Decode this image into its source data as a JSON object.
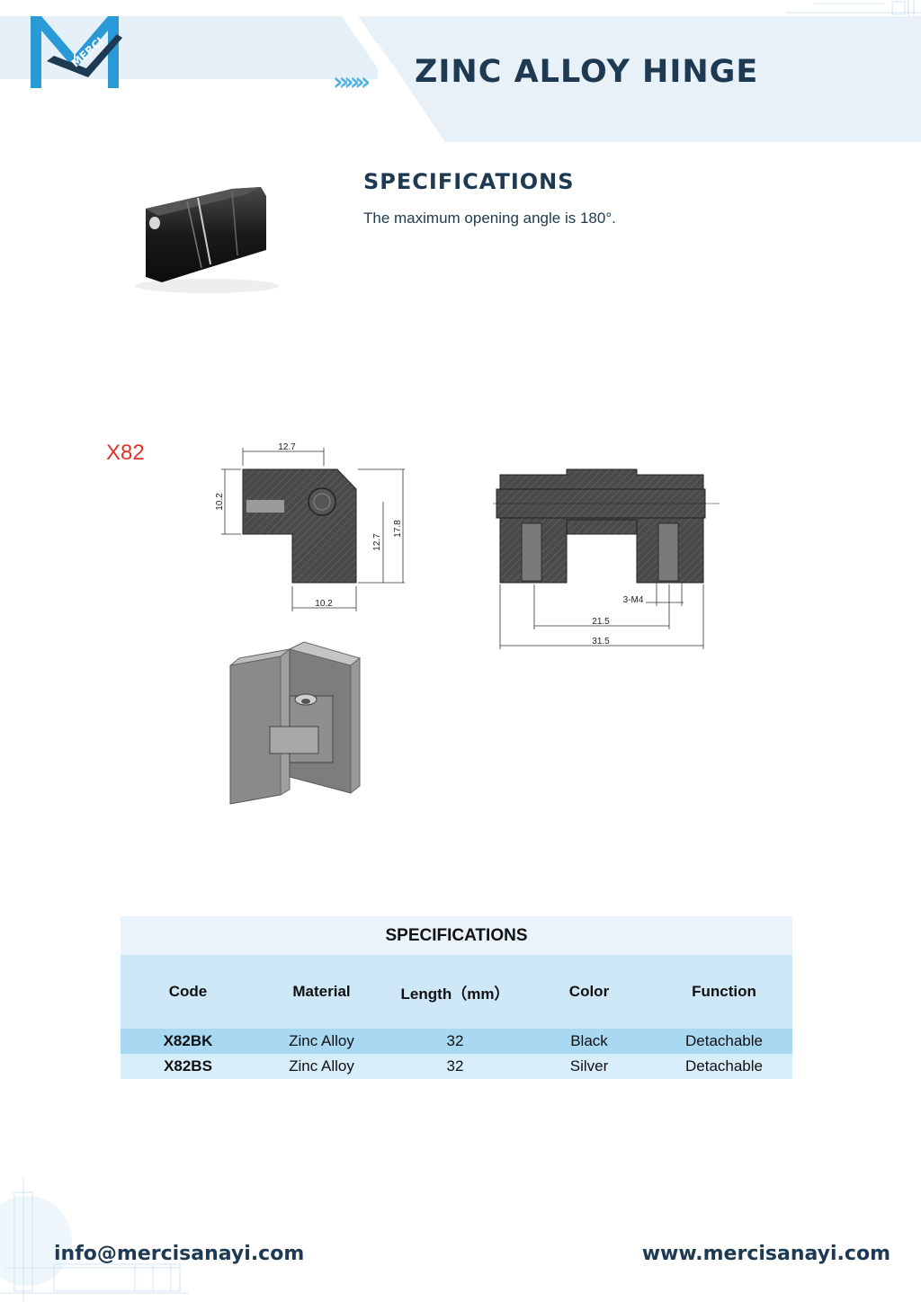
{
  "header": {
    "brand": "MERCI",
    "arrows": "»»»",
    "title": "ZINC ALLOY HINGE"
  },
  "intro": {
    "heading": "SPECIFICATIONS",
    "description": "The maximum opening angle is 180°."
  },
  "model_code": "X82",
  "drawing": {
    "side_view": {
      "top_width": "12.7",
      "left_height": "10.2",
      "leg_height": "12.7",
      "total_height": "17.8",
      "bottom_width": "10.2"
    },
    "front_view": {
      "holes": "3-M4",
      "hole_spacing": "21.5",
      "total_length": "31.5"
    }
  },
  "table": {
    "caption": "SPECIFICATIONS",
    "headers": [
      "Code",
      "Material",
      "Length（mm）",
      "Color",
      "Function"
    ],
    "rows": [
      [
        "X82BK",
        "Zinc Alloy",
        "32",
        "Black",
        "Detachable"
      ],
      [
        "X82BS",
        "Zinc Alloy",
        "32",
        "Silver",
        "Detachable"
      ]
    ]
  },
  "footer": {
    "email": "info@mercisanayi.com",
    "website": "www.mercisanayi.com"
  },
  "colors": {
    "navy": "#1d3a52",
    "accent_blue": "#2a9ad6",
    "light_blue": "#4fb3e6",
    "model_red": "#e0322a",
    "table_row_1": "#a8d8f2",
    "table_row_2": "#d8eefa"
  }
}
